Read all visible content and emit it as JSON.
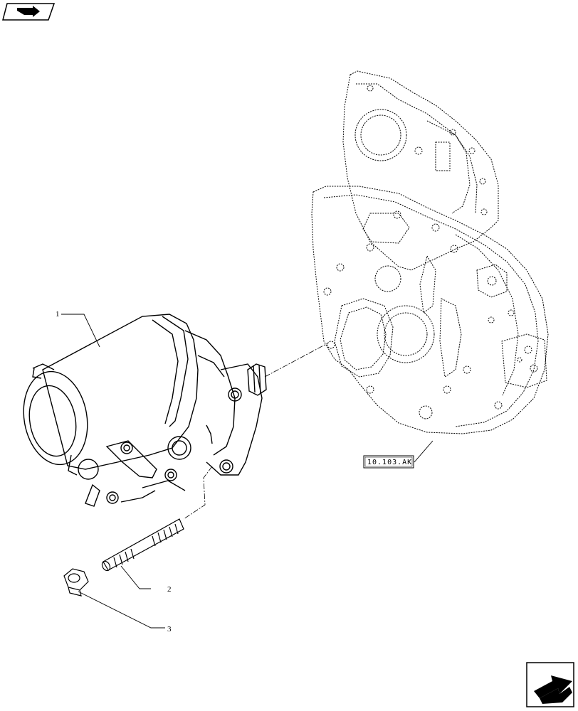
{
  "figure": {
    "callouts": [
      {
        "id": "c1",
        "label": "1",
        "part": "starter-motor"
      },
      {
        "id": "c2",
        "label": "2",
        "part": "stud"
      },
      {
        "id": "c3",
        "label": "3",
        "part": "nut"
      }
    ],
    "reference_box": {
      "label": "10.103.AK"
    }
  },
  "icons": {
    "top_left": "previous-section-arrow-icon",
    "bottom_right": "next-page-arrow-icon"
  },
  "colors": {
    "line": "#000000",
    "background": "#ffffff"
  }
}
